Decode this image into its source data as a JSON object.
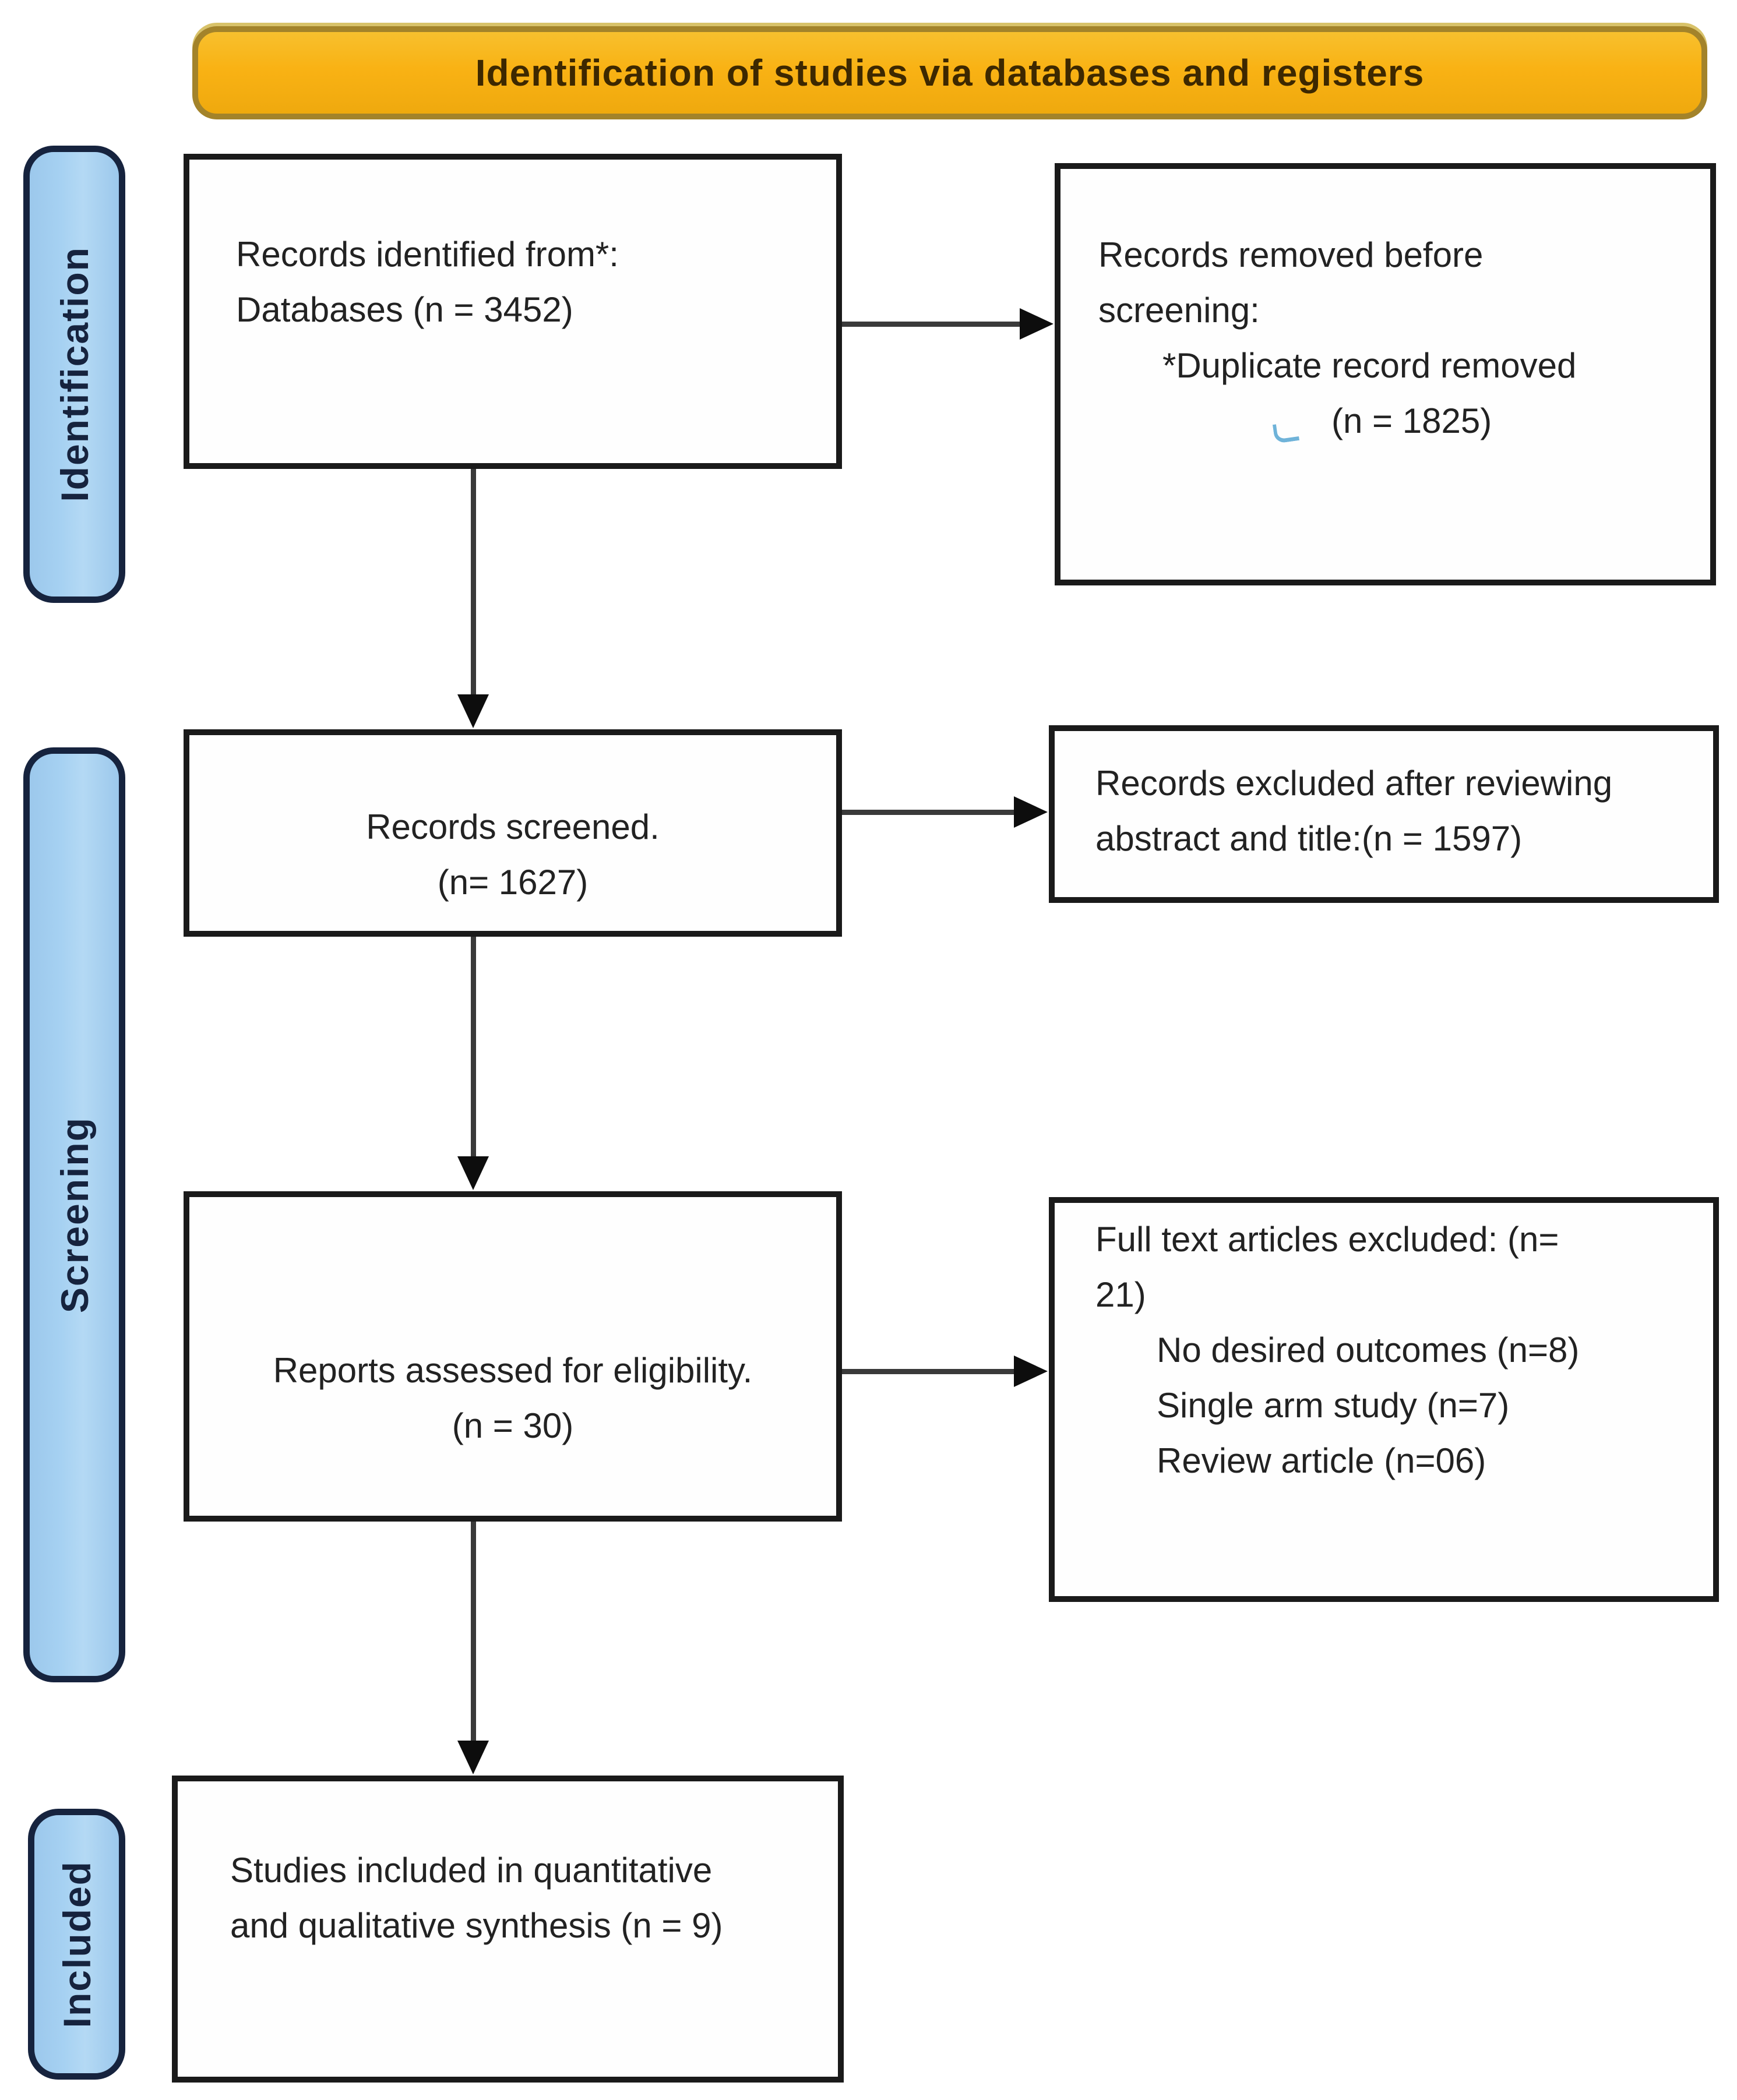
{
  "figure": {
    "banner": {
      "title": "Identification of studies via databases and registers"
    },
    "stage_labels": {
      "identification": "Identification",
      "screening": "Screening",
      "included": "Included"
    },
    "boxes": {
      "records_identified": {
        "lines": [
          "Records identified from*:",
          "Databases (n = 3452)"
        ]
      },
      "records_removed": {
        "lines": [
          "Records removed before",
          "screening:",
          "*Duplicate record removed",
          "(n = 1825)"
        ]
      },
      "records_screened": {
        "lines": [
          "Records screened.",
          "(n= 1627)"
        ]
      },
      "records_excluded": {
        "lines": [
          "Records excluded after reviewing",
          "abstract and title:(n = 1597)"
        ]
      },
      "reports_assessed": {
        "lines": [
          "Reports assessed for eligibility.",
          "(n = 30)"
        ]
      },
      "fulltext_excluded": {
        "lines": [
          "Full text articles excluded: (n=",
          "21)"
        ],
        "reasons": [
          "No desired outcomes (n=8)",
          "Single arm study (n=7)",
          "Review article (n=06)"
        ]
      },
      "studies_included": {
        "lines": [
          "Studies included in quantitative",
          "and qualitative synthesis (n = 9)"
        ]
      }
    },
    "colors": {
      "banner_fill": "#F9B214",
      "banner_border": "#A3832A",
      "banner_text": "#3D2800",
      "stage_fill": "#A6D1F2",
      "stage_border": "#16233E",
      "stage_text": "#16233E",
      "box_border": "#1A1A1A",
      "box_text": "#222222",
      "arrow": "#3A3A3A",
      "artifact_blue": "#6FB3D9"
    }
  }
}
